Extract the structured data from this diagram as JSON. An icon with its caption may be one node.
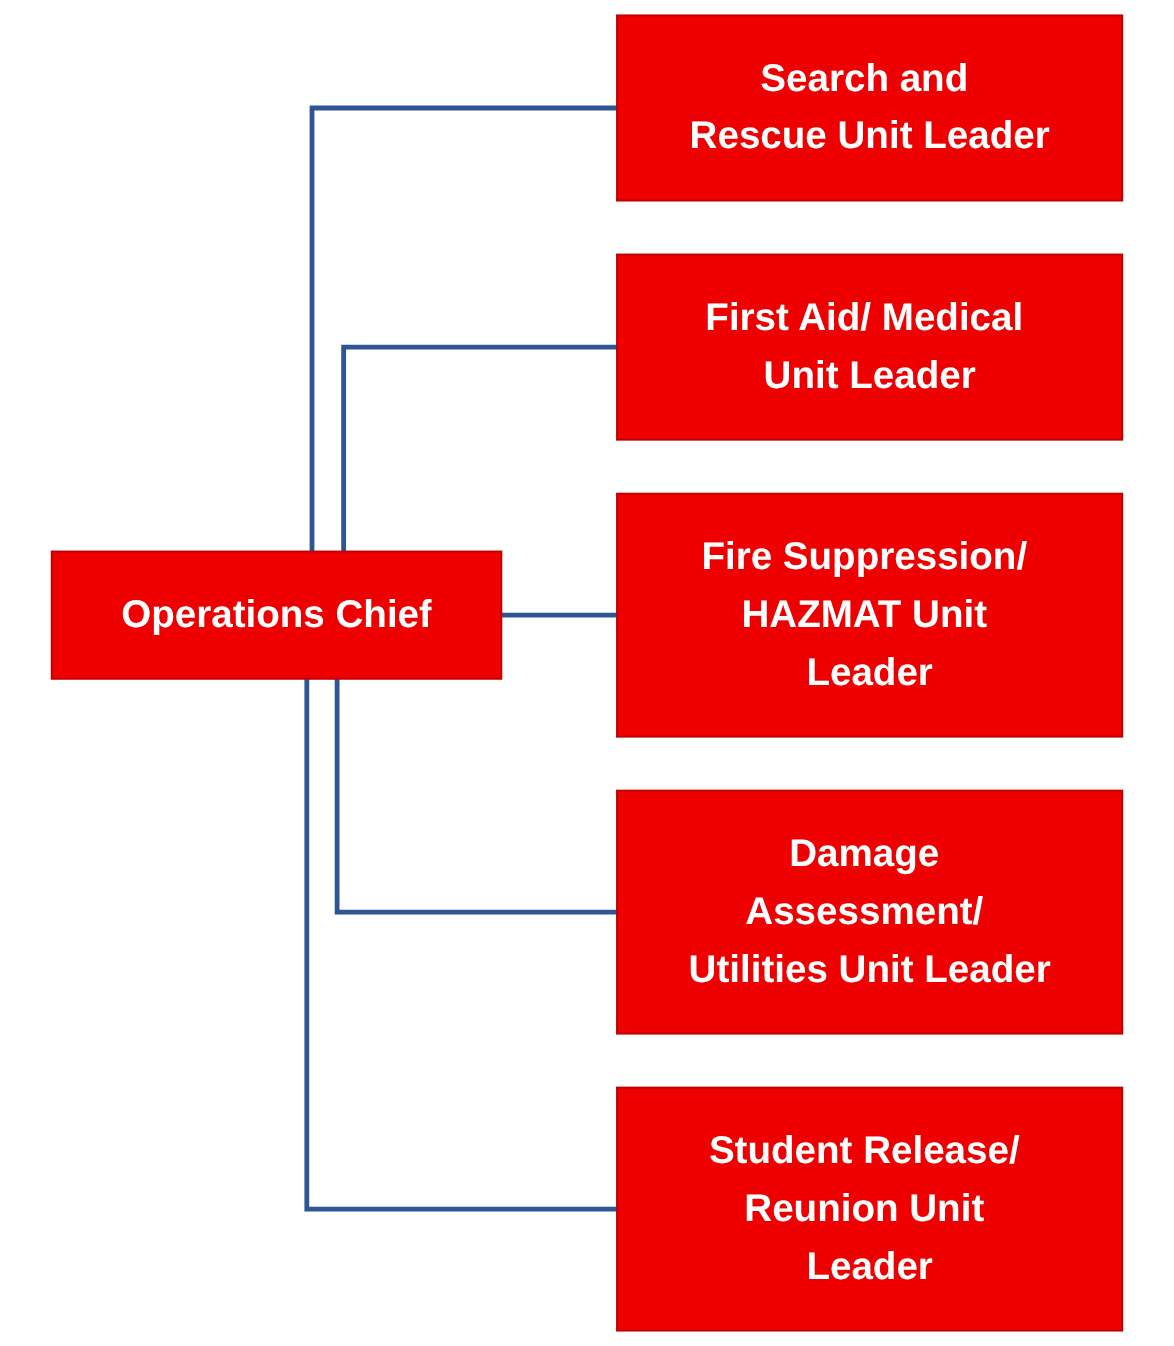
{
  "diagram": {
    "nodes": [
      {
        "text": [
          "Operations Chief"
        ]
      },
      {
        "text": [
          "Search and Rescue Unit Leader"
        ]
      },
      {
        "text": [
          "First Aid/ Medical Unit Leader"
        ]
      },
      {
        "text": [
          "Fire Suppression/ HAZMAT Unit Leader"
        ]
      },
      {
        "text": [
          "Damage Assessment/ Utilities Unit Leader"
        ]
      },
      {
        "text": [
          "Student Release/ Reunion Unit Leader"
        ]
      }
    ],
    "edges": [
      {
        "from": 0,
        "to": 1,
        "arrow": "none"
      },
      {
        "from": 0,
        "to": 2,
        "arrow": "none"
      },
      {
        "from": 0,
        "to": 3,
        "arrow": "none"
      },
      {
        "from": 0,
        "to": 4,
        "arrow": "none"
      },
      {
        "from": 0,
        "to": 5,
        "arrow": "none"
      }
    ]
  }
}
